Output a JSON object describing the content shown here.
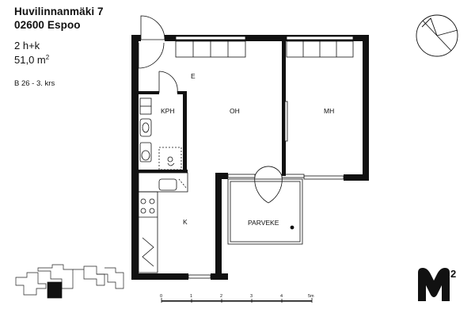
{
  "listing": {
    "street": "Huvilinnanmäki 7",
    "postal_city": "02600 Espoo",
    "rooms": "2 h+k",
    "area_value": "51,0 m",
    "area_unit_sup": "2",
    "building_floor": "B 26 - 3. krs"
  },
  "plan": {
    "room_labels": {
      "entrance": "E",
      "bathroom": "KPH",
      "living": "OH",
      "bedroom": "MH",
      "kitchen": "K",
      "balcony": "PARVEKE"
    }
  },
  "scale_bar": {
    "ticks": [
      "0",
      "1",
      "2",
      "3",
      "4",
      "5m"
    ]
  },
  "logo": {
    "superscript": "2",
    "icon": "m2-brand-logo-icon"
  },
  "compass": {
    "icon": "north-arrow-icon"
  },
  "colors": {
    "wall": "#111111",
    "background": "#ffffff"
  }
}
